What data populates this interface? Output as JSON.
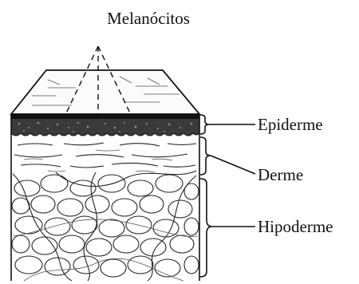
{
  "labels": {
    "melanocitos": "Melanócitos",
    "epiderme": "Epiderme",
    "derme": "Derme",
    "hipoderme": "Hipoderme"
  },
  "colors": {
    "ink": "#111111",
    "epidermis_band": "#2a2a2a",
    "background": "#ffffff"
  }
}
